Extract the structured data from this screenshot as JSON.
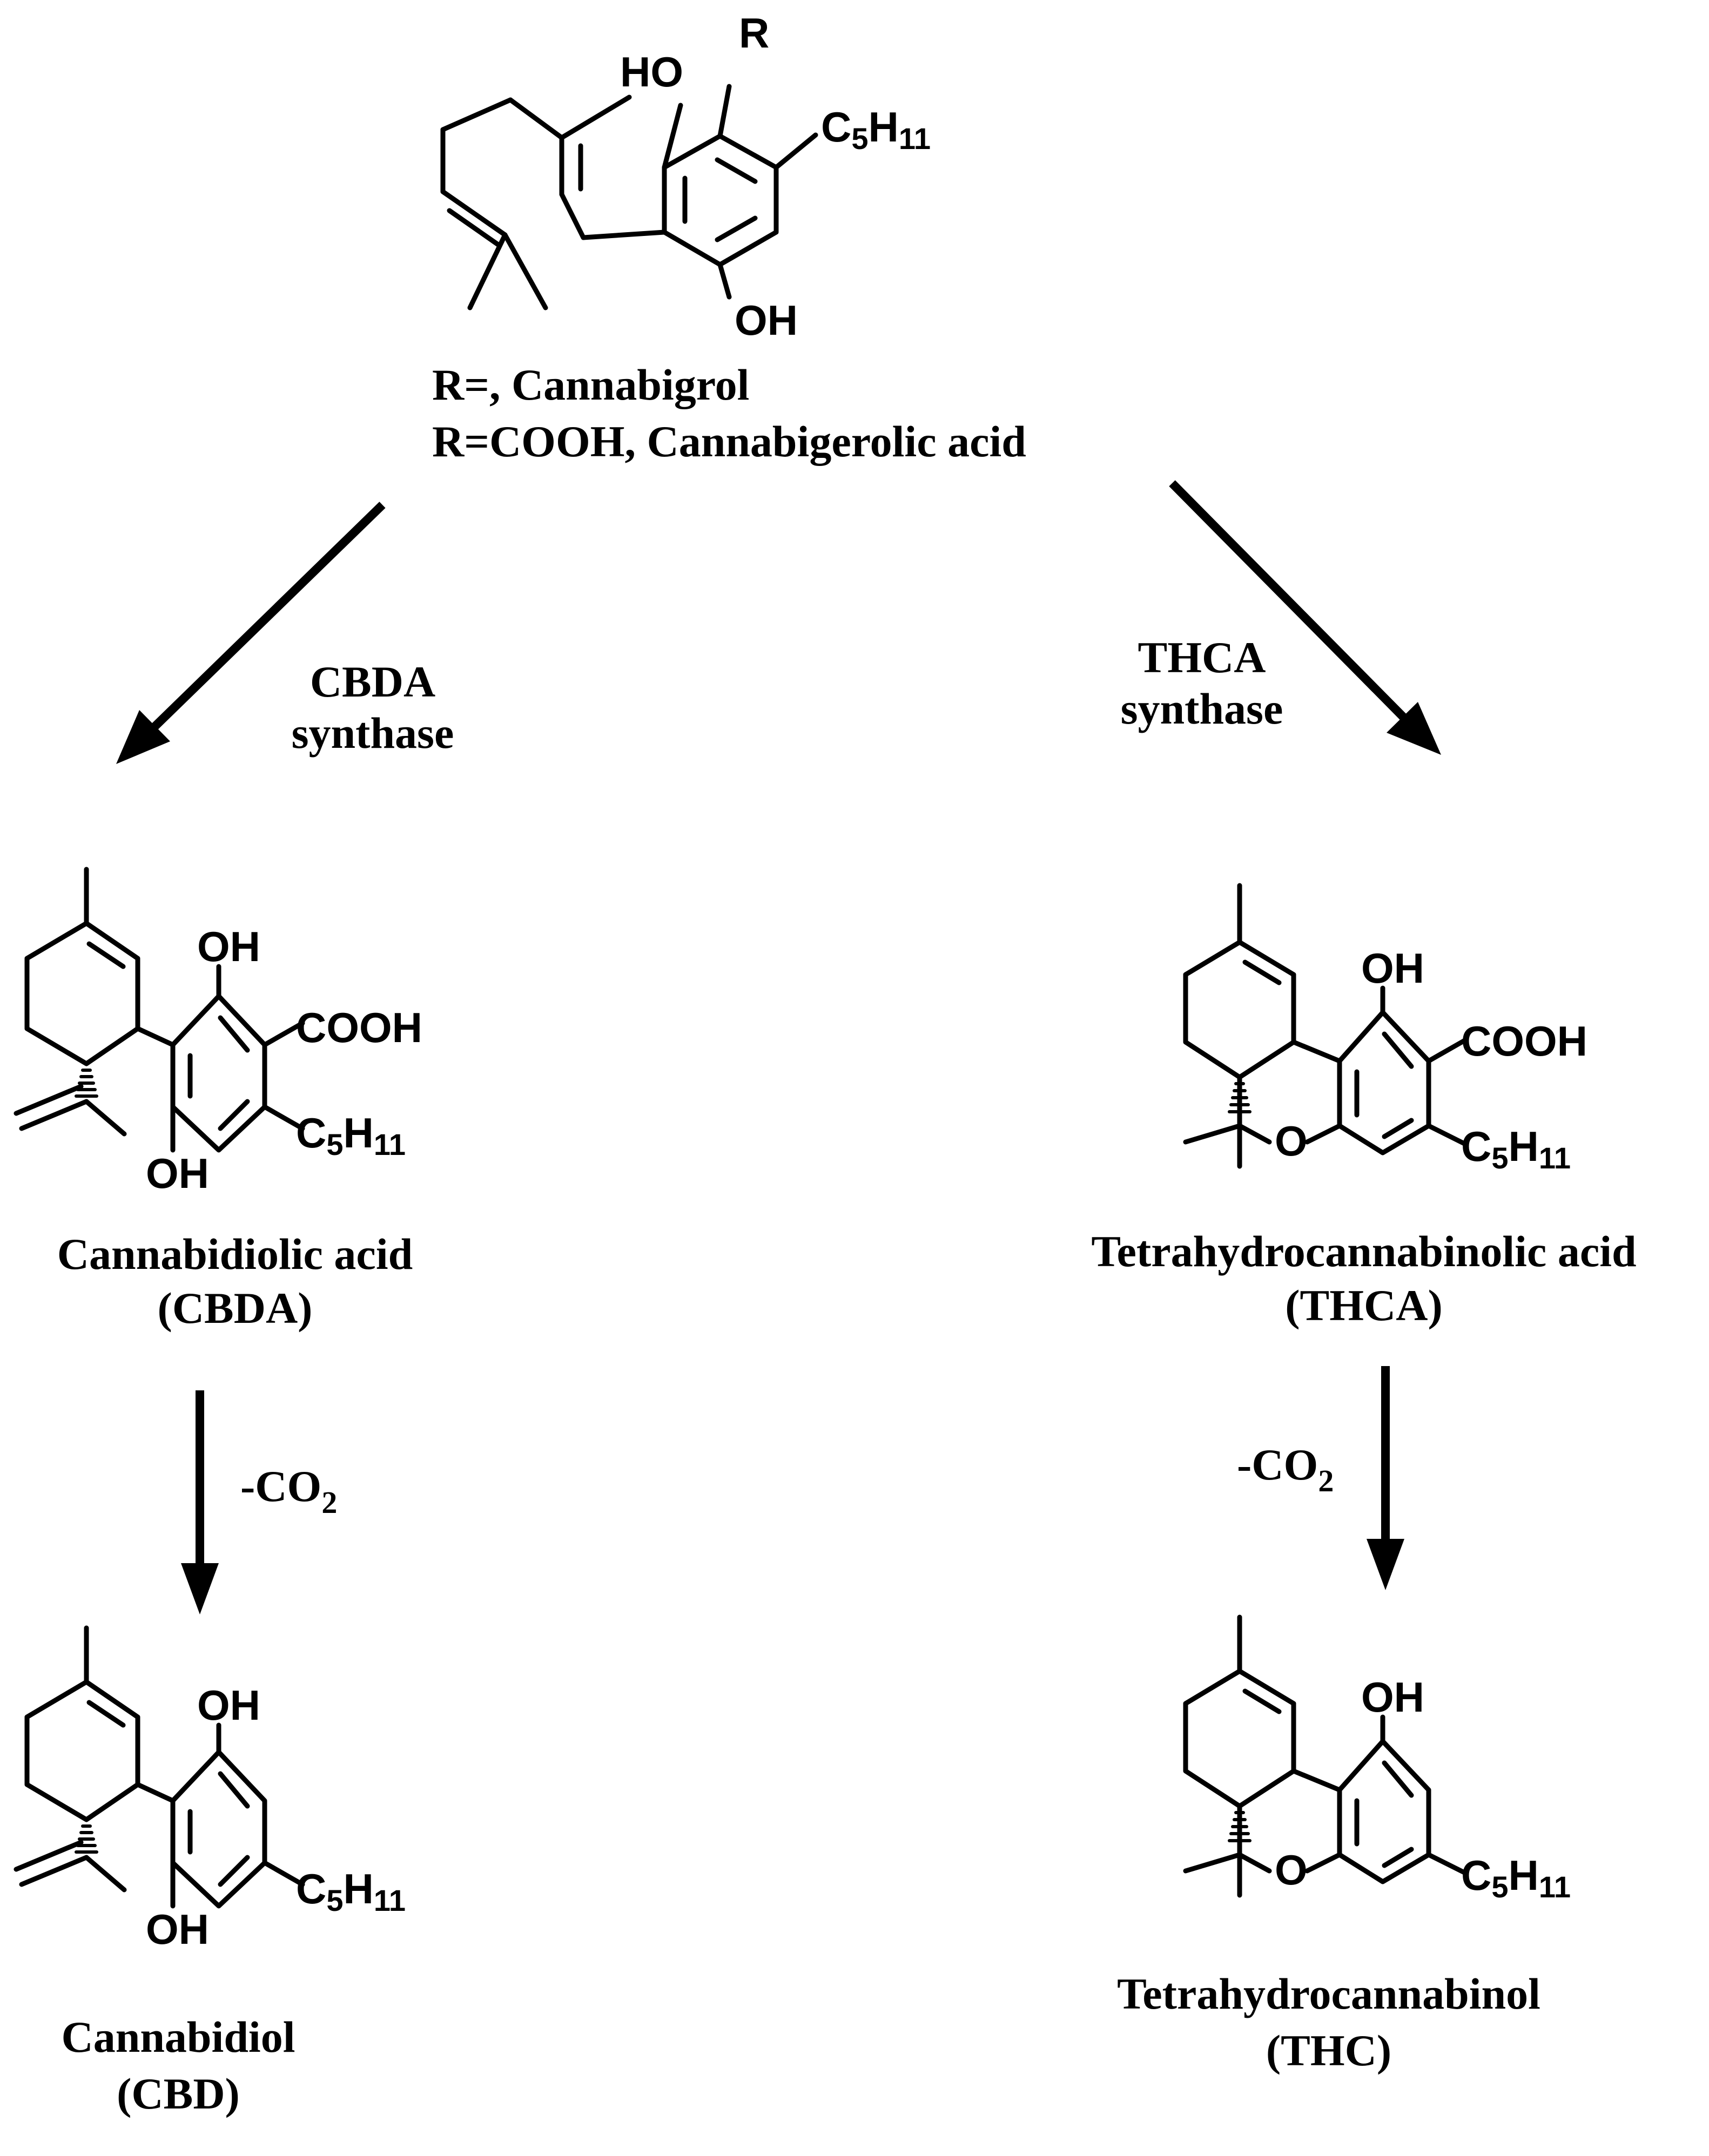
{
  "atoms": {
    "oh": "OH",
    "ho": "HO",
    "r": "R",
    "o": "O",
    "cooh": "COOH",
    "c": "C",
    "c_sub": "5",
    "h": "H",
    "h_sub": "11"
  },
  "labels": {
    "cbg_line1": "R=, Cannabigrol",
    "cbg_line2": "R=COOH, Cannabigerolic acid",
    "cbda_synthase_line1": "CBDA",
    "cbda_synthase_line2": "synthase",
    "thca_synthase_line1": "THCA",
    "thca_synthase_line2": "synthase",
    "cbda_name": "Cannabidiolic acid",
    "cbda_abbr": "(CBDA)",
    "thca_name": "Tetrahydrocannabinolic acid",
    "thca_abbr": "(THCA)",
    "decarb_prefix": "-CO",
    "decarb_sub": "2",
    "cbd_name": "Cannabidiol",
    "cbd_abbr": "(CBD)",
    "thc_name": "Tetrahydrocannabinol",
    "thc_abbr": "(THC)"
  },
  "colors": {
    "ink": "#000000",
    "background": "#ffffff"
  }
}
